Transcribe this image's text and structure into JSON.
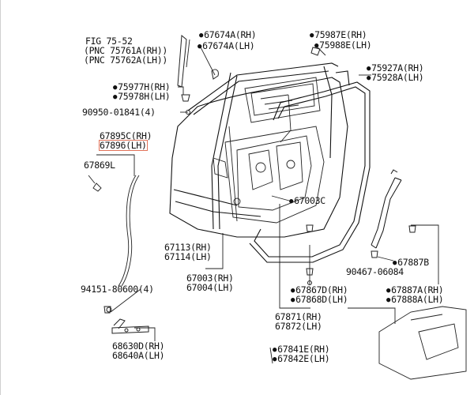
{
  "labels": {
    "top_cut_left": "67674A(RH)",
    "top_cut_right": "75987E(RH)",
    "fig": "FIG 75-52",
    "pnc1": "(PNC 75761A(RH))",
    "pnc2": "(PNC 75762A(LH))",
    "p67674a_lh": "67674A(LH)",
    "p75988e_lh": "75988E(LH)",
    "p75927a": "75927A(RH)",
    "p75928a": "75928A(LH)",
    "p75977h": "75977H(RH)",
    "p75978h": "75978H(LH)",
    "p90950": "90950-01841(4)",
    "p67895c": "67895C(RH)",
    "p67896": "67896(LH)",
    "p67869l": "67869L",
    "p67003c": "67003C",
    "p67113": "67113(RH)",
    "p67114": "67114(LH)",
    "p67003": "67003(RH)",
    "p67004": "67004(LH)",
    "p67887b": "67887B",
    "p90467": "90467-06084",
    "p94151": "94151-80600(4)",
    "p67867d": "67867D(RH)",
    "p67868d": "67868D(LH)",
    "p67887a": "67887A(RH)",
    "p67888a": "67888A(LH)",
    "p67871": "67871(RH)",
    "p67872": "67872(LH)",
    "p68630d": "68630D(RH)",
    "p68640a": "68640A(LH)",
    "p67841e": "67841E(RH)",
    "p67842e": "67842E(LH)"
  },
  "colors": {
    "ink": "#111111",
    "highlight": "#e2735a"
  }
}
